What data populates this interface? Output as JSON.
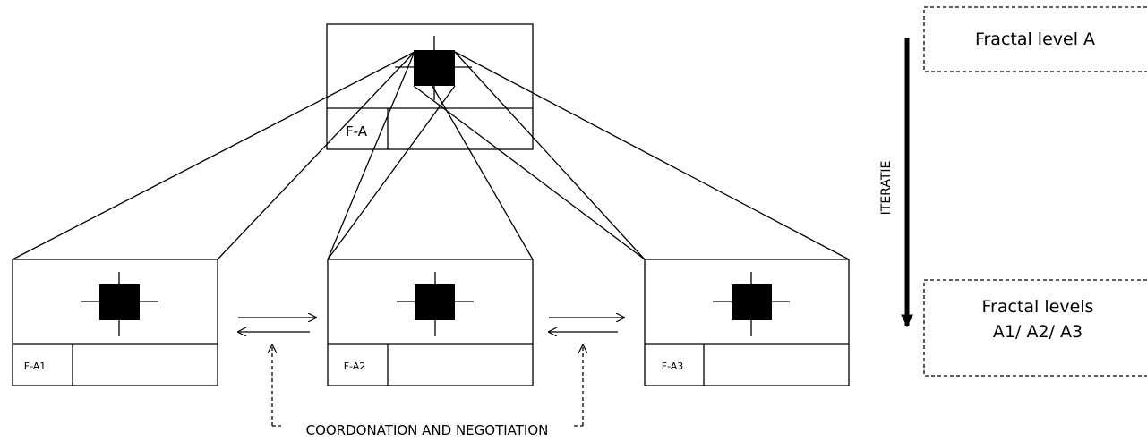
{
  "diagram": {
    "parent_label": "F-A",
    "child_labels": [
      "F-A1",
      "F-A2",
      "F-A3"
    ],
    "level_top_label": "Fractal level A",
    "level_bottom_label_line1": "Fractal levels",
    "level_bottom_label_line2": "A1/ A2/ A3",
    "iteration_label": "ITERATIE",
    "coordination_label": "COORDONATION AND NEGOTIATION"
  }
}
